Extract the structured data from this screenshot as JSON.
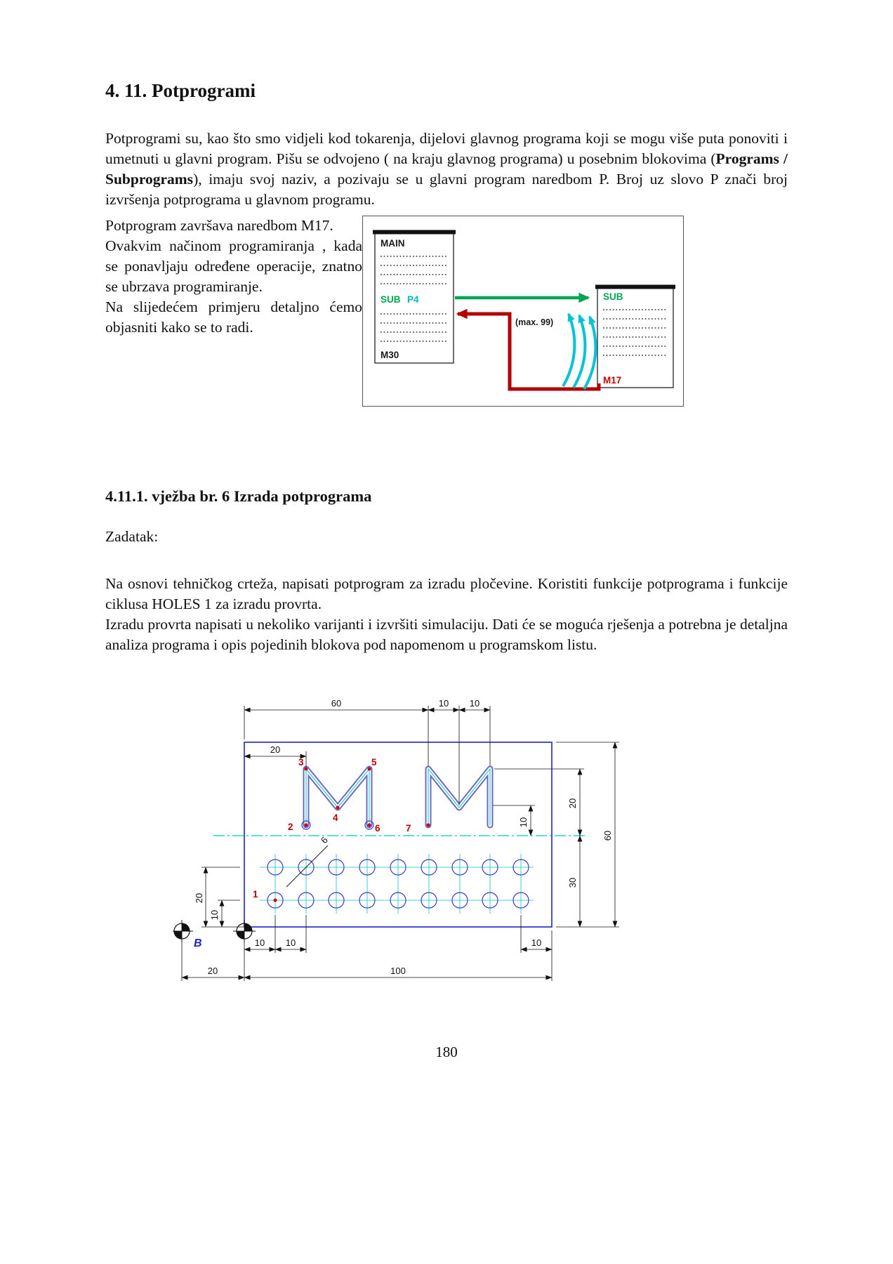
{
  "page_number": "180",
  "section": {
    "heading": "4. 11. Potprogrami",
    "para1_pre": "Potprogrami su, kao što smo vidjeli kod tokarenja, dijelovi glavnog programa koji se mogu više puta ponoviti i umetnuti u glavni program. Pišu se odvojeno ( na kraju glavnog programa) u posebnim blokovima (",
    "para1_bold": "Programs / Subprograms",
    "para1_post": "), imaju svoj naziv, a pozivaju se u glavni program naredbom P. Broj uz slovo P znači broj izvršenja potprograma u glavnom programu.",
    "para2": "Potprogram završava naredbom M17.",
    "para3a": "Ovakvim načinom programiranja , kada se ponavljaju određene operacije, znatno se ubrzava programiranje.",
    "para3b": "Na slijedećem primjeru detaljno ćemo objasniti kako se to radi."
  },
  "diagram": {
    "main_title": "MAIN",
    "sub_call_kw": "SUB",
    "sub_call_arg": "P4",
    "main_end": "M30",
    "sub_title": "SUB",
    "sub_end": "M17",
    "max_note": "(max. 99)"
  },
  "exercise": {
    "heading": "4.11.1. vježba br. 6  Izrada potprograma",
    "task_label": "Zadatak:",
    "para_a": "Na osnovi tehničkog crteža, napisati potprogram za izradu pločevine. Koristiti funkcije potprograma i funkcije ciklusa HOLES 1 za izradu provrta.",
    "para_b": "Izradu provrta napisati u nekoliko varijanti i izvršiti simulaciju. Dati će se moguća rješenja a potrebna je detaljna analiza programa i opis pojedinih blokova pod napomenom u programskom listu."
  },
  "drawing": {
    "dim_top_60": "60",
    "dim_top_10a": "10",
    "dim_top_10b": "10",
    "dim_20_top_left": "20",
    "dim_right_10": "10",
    "dim_right_20": "20",
    "dim_right_30": "30",
    "dim_right_60": "60",
    "dim_left_20": "20",
    "dim_left_10": "10",
    "dim_bottom_10a": "10",
    "dim_bottom_10b": "10",
    "dim_bottom_10c": "10",
    "dim_bottom_20": "20",
    "dim_bottom_100": "100",
    "hole_note": "6",
    "datum_label": "B",
    "point_1": "1",
    "point_2": "2",
    "point_3": "3",
    "point_4": "4",
    "point_5": "5",
    "point_6": "6",
    "point_7": "7"
  },
  "colors": {
    "part_outline_blue": "#3a3ad0",
    "centerline_cyan": "#00c3d8",
    "point_red": "#cc0000",
    "datum_blue": "#2222cc",
    "call_arrow_green": "#00a651",
    "return_arrow_red": "#b30000",
    "repeat_arrow_cyan": "#00c3d8"
  }
}
